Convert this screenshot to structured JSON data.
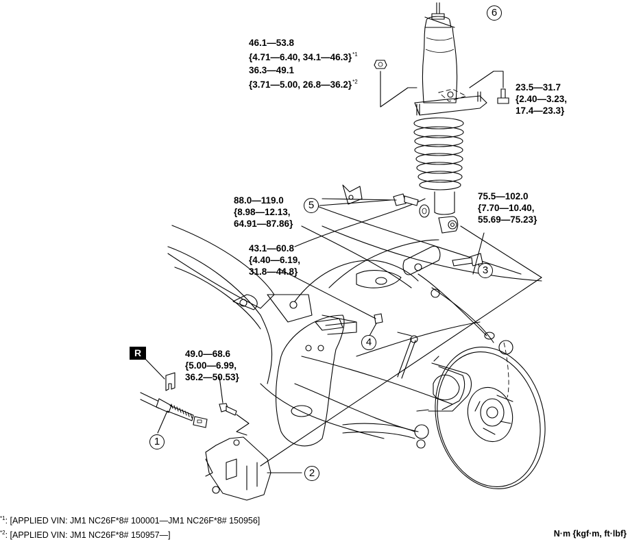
{
  "diagram": {
    "subject": "Rear suspension exploded view",
    "callouts": [
      {
        "number": "1",
        "part": "parking-brake-cable"
      },
      {
        "number": "2",
        "part": "brake-caliper"
      },
      {
        "number": "3",
        "part": "shock-absorber-lower-bolt"
      },
      {
        "number": "4",
        "part": "stabilizer-link-nut"
      },
      {
        "number": "5",
        "part": "shock-lower-mount-bolt"
      },
      {
        "number": "6",
        "part": "shock-absorber-and-coil-spring"
      }
    ],
    "badge_label": "R",
    "torque_specs": [
      {
        "id": "top-nut-1",
        "line1": "46.1—53.8",
        "line2": "{4.71—6.40, 34.1—46.3}",
        "note_ref": "*1"
      },
      {
        "id": "top-nut-2",
        "line1": "36.3—49.1",
        "line2": "{3.71—5.00, 26.8—36.2}",
        "note_ref": "*2"
      },
      {
        "id": "mount-bolt",
        "line1": "23.5—31.7",
        "line2": "{2.40—3.23,",
        "line3": "17.4—23.3}"
      },
      {
        "id": "bolt-5",
        "line1": "88.0—119.0",
        "line2": "{8.98—12.13,",
        "line3": "64.91—87.86}"
      },
      {
        "id": "bolt-3",
        "line1": "75.5—102.0",
        "line2": "{7.70—10.40,",
        "line3": "55.69—75.23}"
      },
      {
        "id": "nut-4",
        "line1": "43.1—60.8",
        "line2": "{4.40—6.19,",
        "line3": "31.8—44.8}"
      },
      {
        "id": "caliper-bolt",
        "line1": "49.0—68.6",
        "line2": "{5.00—6.99,",
        "line3": "36.2—50.53}"
      }
    ]
  },
  "footnotes": [
    {
      "ref": "*1",
      "text": ": [APPLIED VIN: JM1 NC26F*8# 100001—JM1 NC26F*8# 150956]"
    },
    {
      "ref": "*2",
      "text": ": [APPLIED VIN: JM1 NC26F*8# 150957—]"
    }
  ],
  "units_label": "N·m {kgf·m, ft·lbf}"
}
